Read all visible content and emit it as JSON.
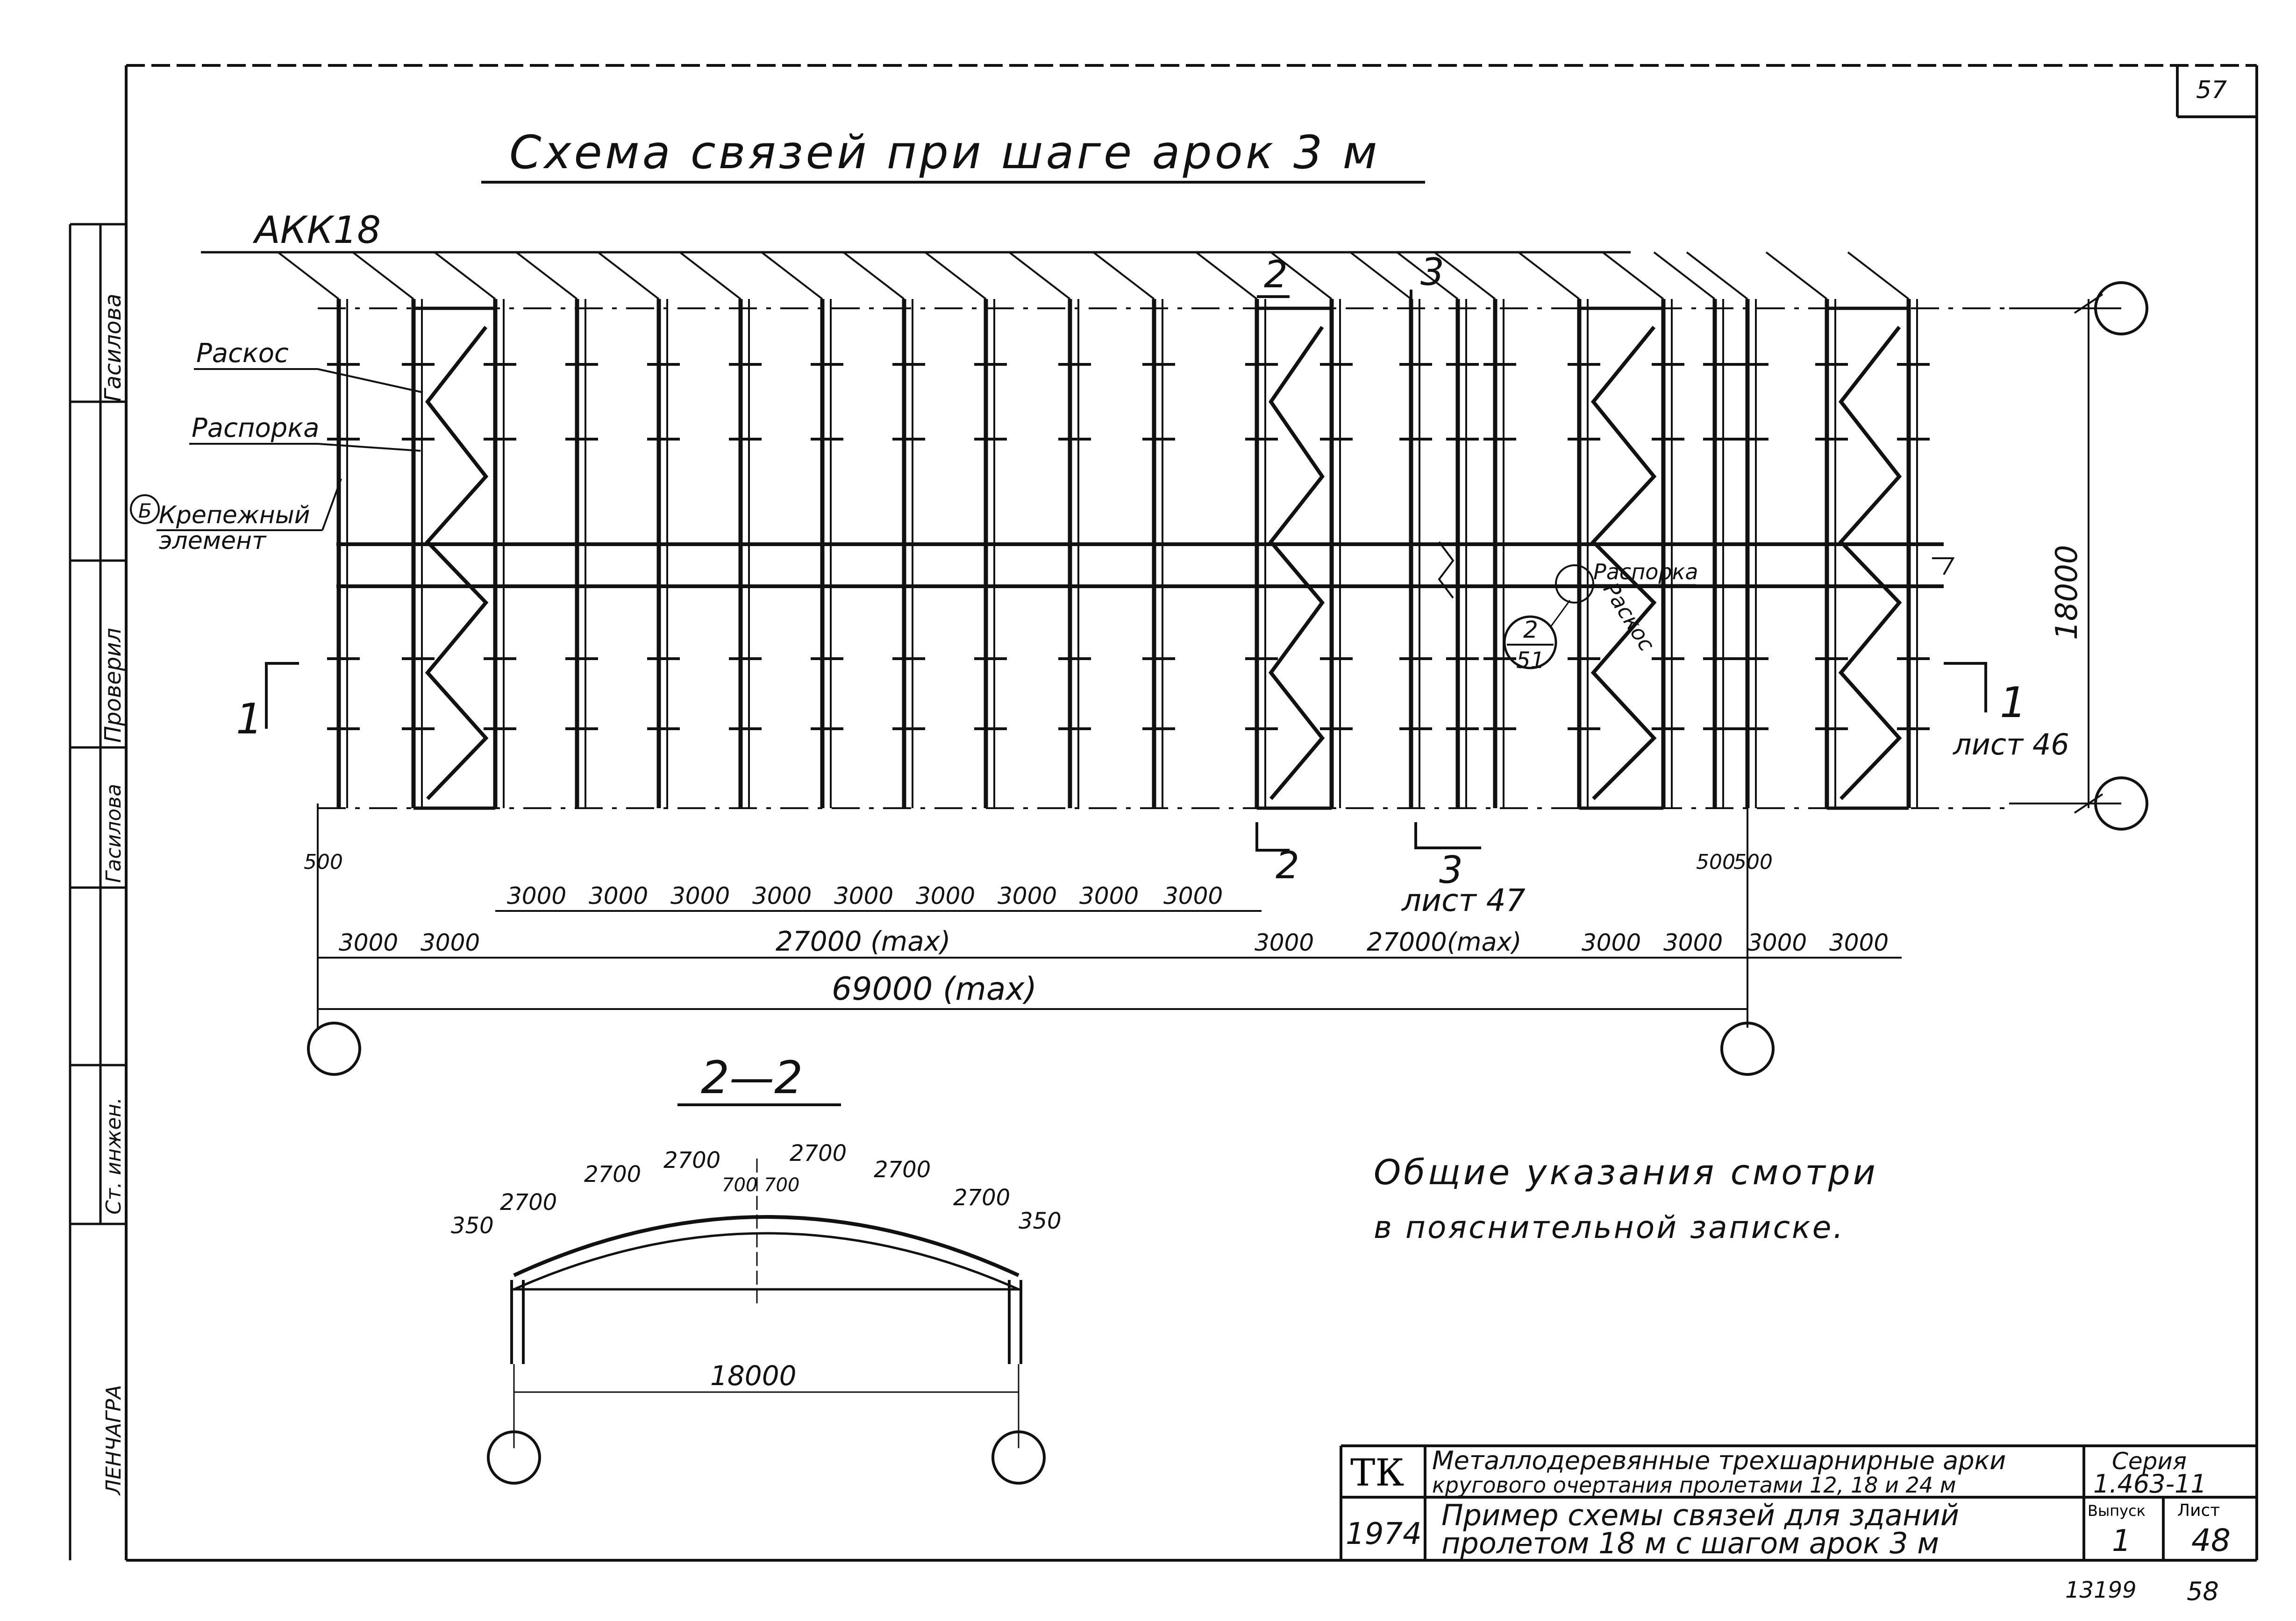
{
  "page_number": "57",
  "title": "Схема связей при шаге арок 3 м",
  "arch_label": "АКК18",
  "legend": {
    "raskos": "Раскос",
    "rasporka": "Распорка",
    "krep_1": "Крепежный",
    "krep_2": "элемент",
    "krep_ref": "Б"
  },
  "sections": {
    "s1": "1",
    "s1_sheet": "лист 46",
    "s2": "2",
    "s3": "3",
    "s3_sheet": "лист 47"
  },
  "center_callout": {
    "rasporka": "Распорка",
    "raskos": "Раскос",
    "ref_num": "2",
    "ref_sheet": "51"
  },
  "dimensions": {
    "height": "18000",
    "d500_left": "500",
    "d500_r1": "500",
    "d500_r2": "500",
    "row1": [
      "3000",
      "3000",
      "3000",
      "3000",
      "3000",
      "3000",
      "3000",
      "3000",
      "3000"
    ],
    "row2_left": [
      "3000",
      "3000"
    ],
    "row2_mid": "27000 (max)",
    "row2_c1": "3000",
    "row2_mid2": "27000(max)",
    "row2_right": [
      "3000",
      "3000",
      "3000",
      "3000"
    ],
    "total": "69000  (max)"
  },
  "section22": {
    "title": "2—2",
    "dims": [
      "350",
      "2700",
      "2700",
      "2700",
      "700",
      "700",
      "2700",
      "2700",
      "2700",
      "350"
    ],
    "span": "18000"
  },
  "notes": {
    "line1": "Общие указания смотри",
    "line2": "в пояснительной записке."
  },
  "left_stamp": [
    "Гасилова",
    "Проверил",
    "Гасилова",
    "Ст. инжен.",
    "ЛЕНЧАГРА"
  ],
  "title_block": {
    "org": "ТК",
    "year": "1974",
    "name_1": "Металлодеревянные трехшарнирные арки",
    "name_2": "кругового очертания пролетами 12, 18 и 24 м",
    "sheet_1": "Пример схемы связей для зданий",
    "sheet_2": "пролетом 18 м с шагом арок 3 м",
    "series_label": "Серия",
    "series_value": "1.463-11",
    "issue_label": "Выпуск",
    "issue_value": "1",
    "sheet_label": "Лист",
    "sheet_value": "48"
  },
  "footer": {
    "inv": "13199",
    "page": "58"
  }
}
